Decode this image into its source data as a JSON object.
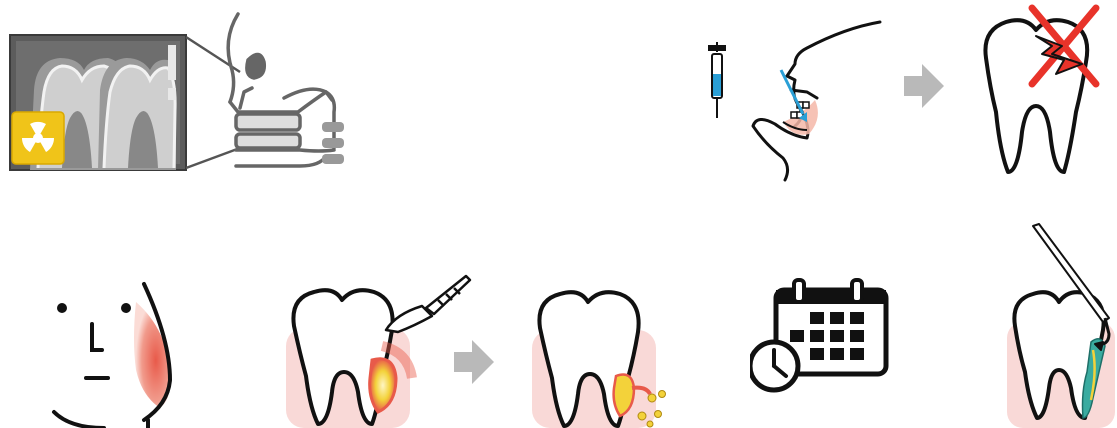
{
  "diagram": {
    "style": "dental procedure pictograms, no printed text",
    "colors": {
      "outline": "#111111",
      "xray_frame": "#5a5a5a",
      "xray_tooth": "#d9d9d9",
      "radiation_badge": "#f0c419",
      "needle_blue": "#2a9fd6",
      "inflammation_red": "#e85a4a",
      "gum_pink": "#f7c9c6",
      "arrow_grey": "#b9b9b9",
      "crack_red": "#e8332a",
      "pus_yellow": "#f3d23a",
      "calculus_teal": "#3aaba0"
    },
    "row1": [
      {
        "id": "dental-xray",
        "icons": [
          "xray-film-icon",
          "radiation-icon",
          "skull-jaw-icon"
        ]
      },
      {
        "id": "local-anesthesia",
        "icons": [
          "syringe-icon",
          "face-profile-icon",
          "injection-arrow-icon"
        ]
      },
      {
        "id": "step-arrow-1",
        "icons": [
          "arrow-right-icon"
        ]
      },
      {
        "id": "tooth-fracture",
        "icons": [
          "tooth-icon",
          "crack-icon",
          "red-x-icon"
        ]
      }
    ],
    "row2": [
      {
        "id": "facial-swelling",
        "icons": [
          "face-front-icon",
          "swelling-icon"
        ]
      },
      {
        "id": "abscess-incision",
        "icons": [
          "tooth-icon",
          "abscess-icon",
          "scalpel-icon"
        ]
      },
      {
        "id": "step-arrow-2",
        "icons": [
          "arrow-right-icon"
        ]
      },
      {
        "id": "pus-drainage",
        "icons": [
          "tooth-icon",
          "drainage-icon"
        ]
      },
      {
        "id": "follow-up-appointment",
        "icons": [
          "calendar-icon",
          "clock-icon"
        ]
      },
      {
        "id": "root-scaling",
        "icons": [
          "tooth-icon",
          "calculus-icon",
          "dental-scaler-icon"
        ]
      }
    ]
  }
}
